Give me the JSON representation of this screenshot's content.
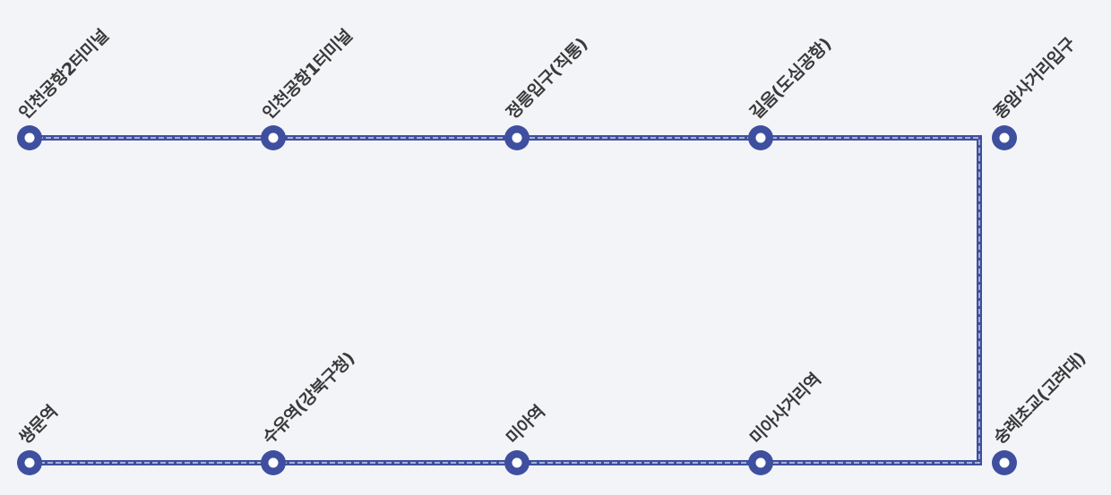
{
  "colors": {
    "background": "#f3f4f8",
    "line": "#3f4f9f",
    "line_dash": "#c9cfe6",
    "station_ring": "#3f4f9f",
    "station_fill": "#ffffff",
    "label": "#3a3a3a"
  },
  "route": {
    "top_row": [
      {
        "name": "인천공항2터미널"
      },
      {
        "name": "인천공항1터미널"
      },
      {
        "name": "정릉입구(직통)"
      },
      {
        "name": "길음(도심공항)"
      },
      {
        "name": "종암사거리입구"
      }
    ],
    "bottom_row": [
      {
        "name": "쌍문역"
      },
      {
        "name": "수유역(강북구청)"
      },
      {
        "name": "미아역"
      },
      {
        "name": "미아사거리역"
      },
      {
        "name": "숭례초교(고려대)"
      }
    ]
  }
}
